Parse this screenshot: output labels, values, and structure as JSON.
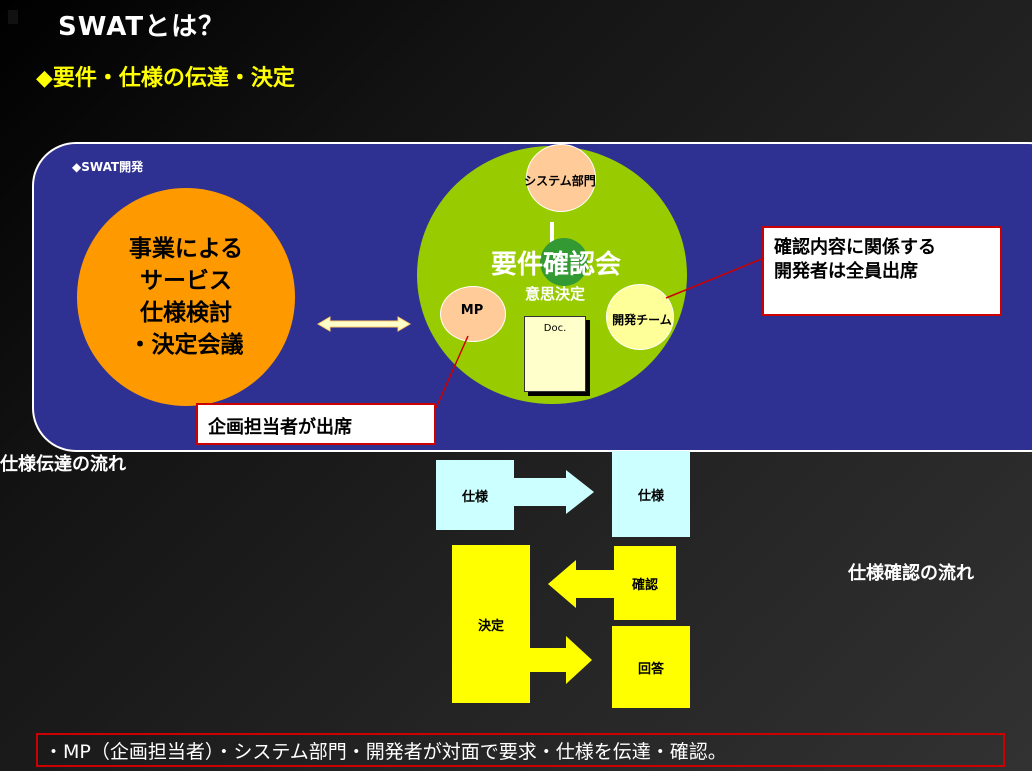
{
  "slide": {
    "title": "SWATとは？",
    "subtitle": "◆要件・仕様の伝達・決定"
  },
  "panel": {
    "label": "◆SWAT開発",
    "business_meeting": "事業による\nサービス\n仕様検討\n・決定会議",
    "circle": {
      "system_dept": "システム部門",
      "meeting_title": "要件確認会",
      "decision": "意思決定",
      "mp": "MP",
      "dev_team": "開発チーム",
      "doc": "Doc."
    },
    "callout_devs": "確認内容に関係する\n開発者は全員出席",
    "callout_planner": "企画担当者が出席"
  },
  "flow": {
    "spec_flow_label": "仕様伝達の流れ",
    "spec_confirm_label": "仕様確認の流れ",
    "spec_left": "仕様",
    "spec_right": "仕様",
    "decide": "決定",
    "confirm": "確認",
    "answer": "回答"
  },
  "summary": "・MP（企画担当者）・システム部門・開発者が対面で要求・仕様を伝達・確認。",
  "colors": {
    "panel": "#2e3192",
    "orange": "#ff9900",
    "green": "#99cc00",
    "highlight": "#ffff00",
    "callout_border": "#cc0000"
  }
}
